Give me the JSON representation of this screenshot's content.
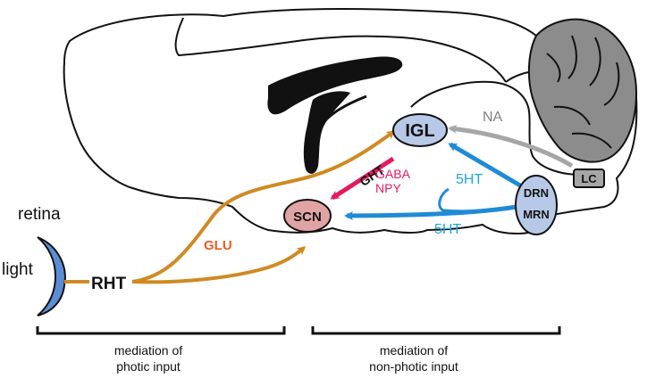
{
  "labels": {
    "retina": "retina",
    "light": "light",
    "rht": "RHT",
    "glu": "GLU",
    "ght": "GHT",
    "gaba": "GABA",
    "npy": "NPY",
    "igl": "IGL",
    "scn": "SCN",
    "na": "NA",
    "lc": "LC",
    "drn": "DRN",
    "mrn": "MRN",
    "ht_upper": "5HT",
    "ht_lower": "5HT"
  },
  "footer": {
    "photic_line1": "mediation of",
    "photic_line2": "photic input",
    "nonphotic_line1": "mediation of",
    "nonphotic_line2": "non-photic input"
  },
  "colors": {
    "orange": "#d08a22",
    "magenta": "#e6195f",
    "blue": "#1f8bd6",
    "cyan_text": "#1ca8dc",
    "gray_arrow": "#a6a6a6",
    "glu_text": "#f05a1e",
    "igl_fill": "#b8c9e8",
    "scn_fill": "#e0a4a4",
    "drn_fill": "#b8c9e8",
    "lc_fill": "#a6a6a6",
    "retina_fill": "#5b8ed6",
    "cerebellum_fill": "#8c8c8c"
  }
}
